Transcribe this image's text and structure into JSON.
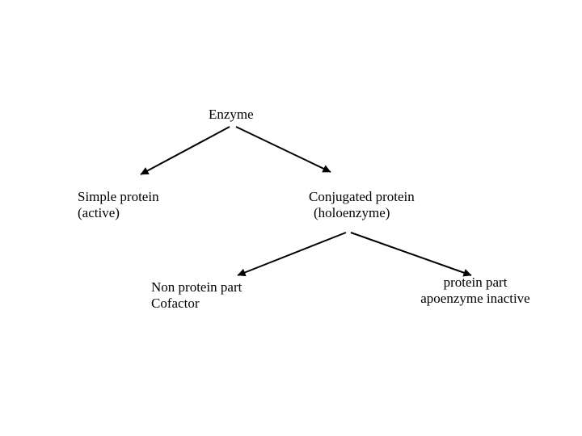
{
  "slide": {
    "background": "#ffffff",
    "text_color": "#000000",
    "line_color": "#000000"
  },
  "tree": {
    "root": {
      "label": "Enzyme"
    },
    "branches": [
      {
        "id": "simple-protein",
        "line1": "Simple protein",
        "line2": "(active)"
      },
      {
        "id": "conjugated-protein",
        "line1": "Conjugated protein",
        "line2": "(holoenzyme)",
        "branches": [
          {
            "id": "non-protein-part",
            "line1": "Non protein part",
            "line2": "Cofactor"
          },
          {
            "id": "protein-part",
            "line1": "protein part",
            "line2": "apoenzyme inactive"
          }
        ]
      }
    ]
  }
}
